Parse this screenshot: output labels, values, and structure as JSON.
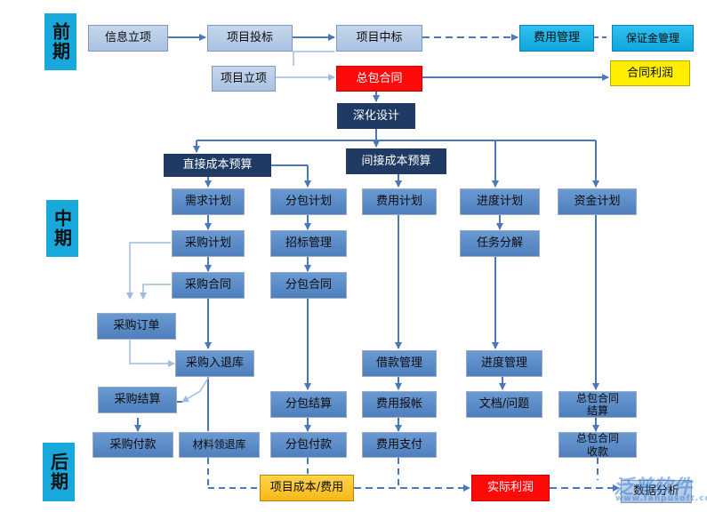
{
  "phases": {
    "early": "前期",
    "middle": "中期",
    "late": "后期"
  },
  "nodes": {
    "info_setup": "信息立项",
    "project_bid": "项目投标",
    "project_win": "项目中标",
    "expense_mgmt": "费用管理",
    "deposit_mgmt": "保证金管理",
    "project_setup": "项目立项",
    "general_contract": "总包合同",
    "contract_profit": "合同利润",
    "detail_design": "深化设计",
    "direct_budget": "直接成本预算",
    "indirect_budget": "间接成本预算",
    "demand_plan": "需求计划",
    "subcontract_plan": "分包计划",
    "expense_plan": "费用计划",
    "schedule_plan": "进度计划",
    "fund_plan": "资金计划",
    "purchase_plan": "采购计划",
    "tender_mgmt": "招标管理",
    "task_breakdown": "任务分解",
    "purchase_contract": "采购合同",
    "subcontract_contract": "分包合同",
    "purchase_order": "采购订单",
    "purchase_inout": "采购入退库",
    "loan_mgmt": "借款管理",
    "progress_mgmt": "进度管理",
    "purchase_settle": "采购结算",
    "subcontract_settle": "分包结算",
    "expense_claim": "费用报帐",
    "doc_issue": "文档/问题",
    "gc_settle": "总包合同\n结算",
    "purchase_pay": "采购付款",
    "material_inout": "材料领退库",
    "subcontract_pay": "分包付款",
    "expense_pay": "费用支付",
    "gc_collect": "总包合同\n收款",
    "project_cost": "项目成本/费用",
    "actual_profit": "实际利润",
    "data_analysis": "数据分析"
  },
  "watermark": {
    "brand": "泛普软件",
    "url": "www.fanpusoft.com"
  },
  "colors": {
    "node": "#5b8bc9",
    "light_node": "#b8cde6",
    "dark_node": "#1f3a63",
    "accent_red": "#ff0a0a",
    "accent_yellow": "#ffee00",
    "accent_cyan": "#18a8dc",
    "line": "#4a78b8"
  }
}
